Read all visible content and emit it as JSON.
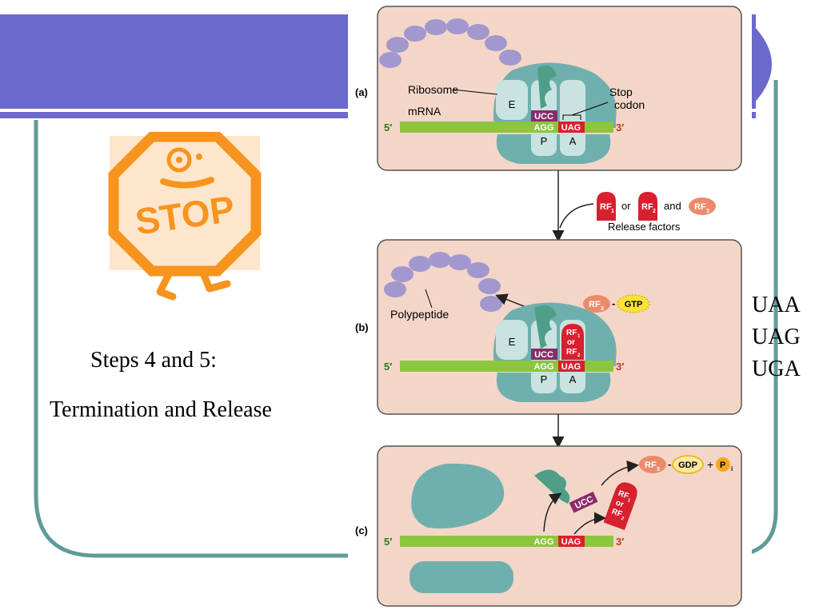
{
  "slide": {
    "left_text": {
      "steps": "Steps 4 and 5:",
      "title": "Termination and Release"
    },
    "stop_sign": {
      "label": "STOP"
    },
    "stop_codons": [
      "UAA",
      "UAG",
      "UGA"
    ]
  },
  "diagram": {
    "panel_a": {
      "tag": "(a)",
      "ribosome_label": "Ribosome",
      "mrna_label": "mRNA",
      "stop_codon_label_1": "Stop",
      "stop_codon_label_2": "codon",
      "five_prime": "5′",
      "three_prime": "3′",
      "anticodon": "UCC",
      "codon_p": "AGG",
      "codon_a": "UAG",
      "site_e": "E",
      "site_p": "P",
      "site_a": "A"
    },
    "release_factors": {
      "rf1": "RF",
      "rf1_sub": "1",
      "or": "or",
      "rf2": "RF",
      "rf2_sub": "2",
      "and": "and",
      "rf3": "RF",
      "rf3_sub": "3",
      "caption": "Release factors"
    },
    "panel_b": {
      "tag": "(b)",
      "polypeptide_label": "Polypeptide",
      "rf3": "RF",
      "rf3_sub": "3",
      "dash": "-",
      "gtp": "GTP",
      "rf_stack": [
        "RF",
        "or",
        "RF"
      ],
      "rf_stack_sub": [
        "1",
        "2"
      ],
      "five_prime": "5′",
      "three_prime": "3′",
      "anticodon": "UCC",
      "codon_p": "AGG",
      "codon_a": "UAG",
      "site_e": "E",
      "site_p": "P",
      "site_a": "A"
    },
    "panel_c": {
      "tag": "(c)",
      "rf3": "RF",
      "rf3_sub": "3",
      "dash": "-",
      "gdp": "GDP",
      "plus": "+",
      "pi": "P",
      "pi_sub": "i",
      "anticodon": "UCC",
      "rf_stack": [
        "RF",
        "or",
        "RF"
      ],
      "rf_stack_sub": [
        "1",
        "2"
      ],
      "five_prime": "5′",
      "three_prime": "3′",
      "codon_p": "AGG",
      "codon_a": "UAG"
    }
  },
  "colors": {
    "banner": "#6b69cc",
    "frame": "#5f9c98",
    "panel": "#f4d6c8",
    "ribosome": "#6fb0ae",
    "mrna": "#8cc63f",
    "polypeptide": "#a397cf",
    "rf_red": "#d8202f",
    "rf3": "#ee8a6c",
    "trna": "#4f9f88",
    "anticodon": "#8a2b6b",
    "stop_sign": "#f7941d"
  }
}
